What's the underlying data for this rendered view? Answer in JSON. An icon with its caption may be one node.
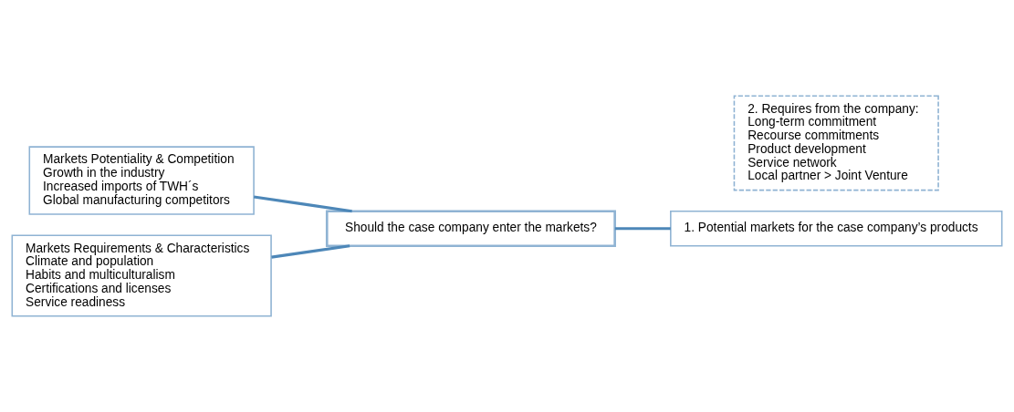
{
  "diagram": {
    "nodes": [
      {
        "text": [
          "Markets Potentiality & Competition",
          "Growth in the industry",
          "Increased imports of TWH´s",
          "Global manufacturing competitors"
        ]
      },
      {
        "text": [
          "Markets Requirements & Characteristics",
          "Climate and population",
          "Habits and multiculturalism",
          "Certifications and licenses",
          "Service readiness"
        ]
      },
      {
        "text": [
          "Should the case company enter the markets?"
        ]
      },
      {
        "text": [
          "1. Potential markets for the case company’s products"
        ]
      },
      {
        "text": [
          "2. Requires from the company:",
          "Long-term commitment",
          "Recourse commitments",
          "Product development",
          "Service network",
          "Local partner > Joint Venture"
        ]
      }
    ],
    "edges": [
      {
        "from": 0,
        "to": 2,
        "arrow": "none"
      },
      {
        "from": 1,
        "to": 2,
        "arrow": "none"
      },
      {
        "from": 2,
        "to": 3,
        "arrow": "none"
      }
    ]
  }
}
